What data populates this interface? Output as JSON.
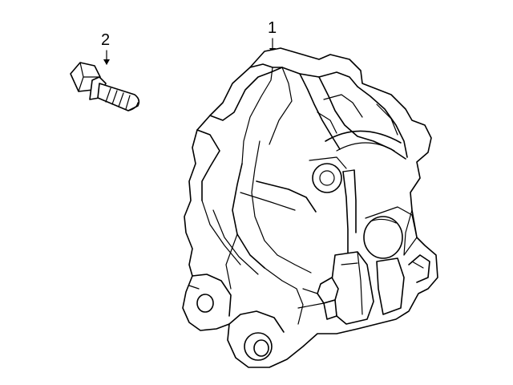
{
  "callouts": [
    {
      "label": "1",
      "part": "alternator"
    },
    {
      "label": "2",
      "part": "bolt"
    }
  ]
}
